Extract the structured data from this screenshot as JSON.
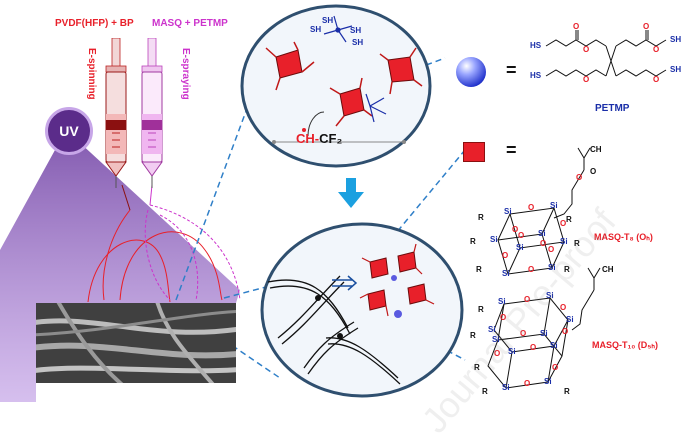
{
  "labels": {
    "pvdf": "PVDF(HFP) + BP",
    "masq_petmp": "MASQ  + PETMP",
    "espinning": "E-spinning",
    "espraying": "E-spraying",
    "uv": "UV",
    "ch": "CH-",
    "cf2": "CF₂",
    "petmp": "PETMP",
    "masq_t8": "MASQ-T₈ (Oₕ)",
    "masq_t10": "MASQ-T₁₀ (D₅ₕ)",
    "eq1": "=",
    "eq2": "=",
    "watermark": "Journal Pre-proof"
  },
  "colors": {
    "red": "#e8202a",
    "magenta": "#cc33cc",
    "purple": "#8e5ab8",
    "blue_arrow": "#1ba0e0",
    "dashed_blue": "#2f7fc8",
    "silicon": "#1a2ea8"
  }
}
